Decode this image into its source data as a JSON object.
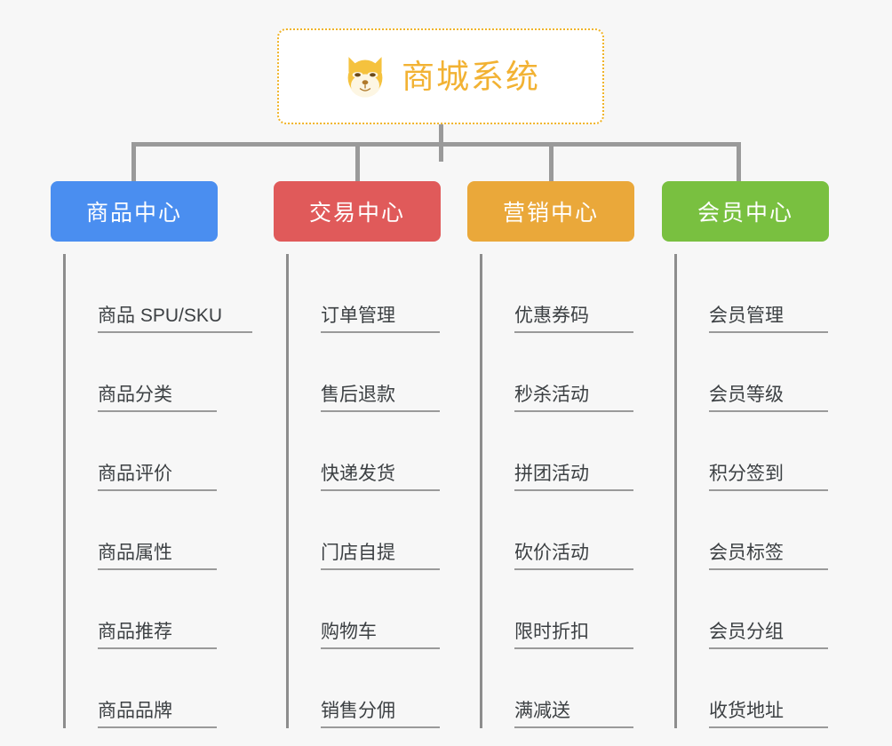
{
  "root": {
    "title": "商城系统",
    "logo_icon": "shiba-dog-icon",
    "accent_color": "#f2b233",
    "border_color": "#f0b429"
  },
  "connector_color": "#9a9a9a",
  "background_color": "#f7f7f7",
  "columns": [
    {
      "header": "商品中心",
      "color": "#4a8ef0",
      "items": [
        "商品 SPU/SKU",
        "商品分类",
        "商品评价",
        "商品属性",
        "商品推荐",
        "商品品牌"
      ]
    },
    {
      "header": "交易中心",
      "color": "#e05a5a",
      "items": [
        "订单管理",
        "售后退款",
        "快递发货",
        "门店自提",
        "购物车",
        "销售分佣"
      ]
    },
    {
      "header": "营销中心",
      "color": "#eaa83a",
      "items": [
        "优惠券码",
        "秒杀活动",
        "拼团活动",
        "砍价活动",
        "限时折扣",
        "满减送"
      ]
    },
    {
      "header": "会员中心",
      "color": "#79c040",
      "items": [
        "会员管理",
        "会员等级",
        "积分签到",
        "会员标签",
        "会员分组",
        "收货地址"
      ]
    }
  ]
}
